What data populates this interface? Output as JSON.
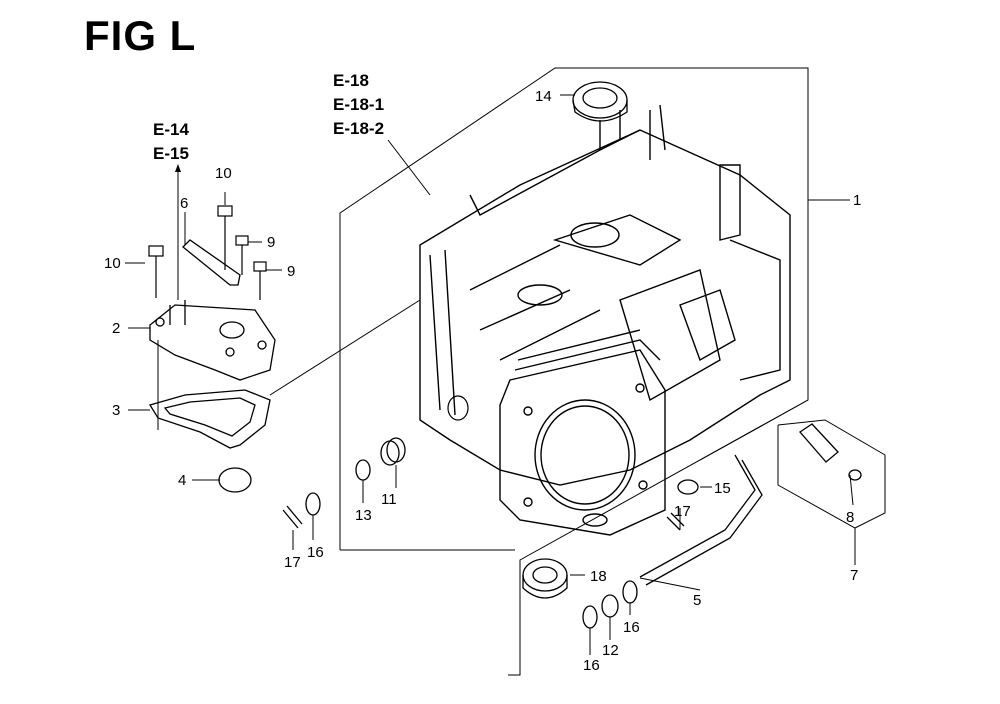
{
  "figure": {
    "title": "FIG L",
    "references": {
      "cover_refs": [
        "E-14",
        "E-15"
      ],
      "crankcase_refs": [
        "E-18",
        "E-18-1",
        "E-18-2"
      ]
    },
    "callouts": [
      {
        "id": "c1",
        "text": "1"
      },
      {
        "id": "c2",
        "text": "2"
      },
      {
        "id": "c3",
        "text": "3"
      },
      {
        "id": "c4",
        "text": "4"
      },
      {
        "id": "c5",
        "text": "5"
      },
      {
        "id": "c6",
        "text": "6"
      },
      {
        "id": "c7",
        "text": "7"
      },
      {
        "id": "c8",
        "text": "8"
      },
      {
        "id": "c9a",
        "text": "9"
      },
      {
        "id": "c9b",
        "text": "9"
      },
      {
        "id": "c10a",
        "text": "10"
      },
      {
        "id": "c10b",
        "text": "10"
      },
      {
        "id": "c11",
        "text": "11"
      },
      {
        "id": "c12",
        "text": "12"
      },
      {
        "id": "c13",
        "text": "13"
      },
      {
        "id": "c14",
        "text": "14"
      },
      {
        "id": "c15",
        "text": "15"
      },
      {
        "id": "c16a",
        "text": "16"
      },
      {
        "id": "c16b",
        "text": "16"
      },
      {
        "id": "c16c",
        "text": "16"
      },
      {
        "id": "c17a",
        "text": "17"
      },
      {
        "id": "c17b",
        "text": "17"
      },
      {
        "id": "c18",
        "text": "18"
      }
    ]
  }
}
